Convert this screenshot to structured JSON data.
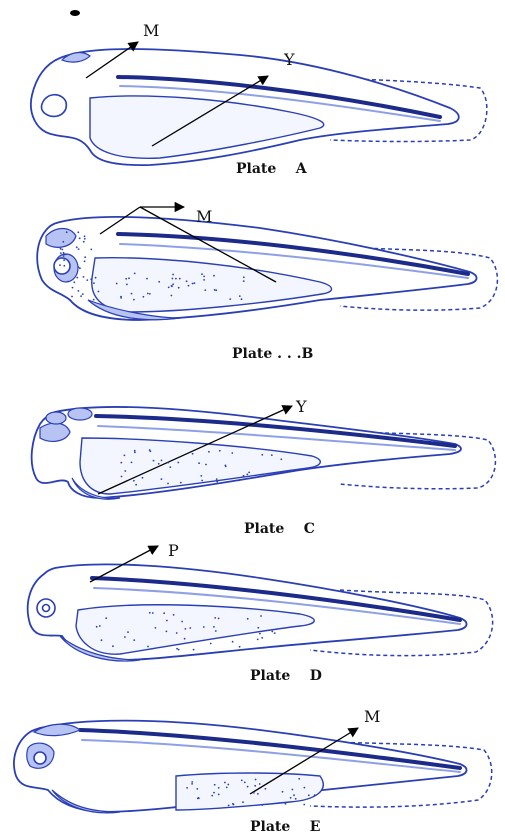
{
  "plates": [
    {
      "caption": "Plate    A",
      "labels": [
        "M",
        "Y"
      ]
    },
    {
      "caption": "Plate . . .B",
      "labels": [
        "M"
      ]
    },
    {
      "caption": "Plate    C",
      "labels": [
        "Y"
      ]
    },
    {
      "caption": "Plate    D",
      "labels": [
        "P"
      ]
    },
    {
      "caption": "Plate    E",
      "labels": [
        "M"
      ]
    }
  ],
  "colors": {
    "ink": "#2b3fb5",
    "dark_ink": "#1c2a8a",
    "shading": "#b7c3f2"
  }
}
